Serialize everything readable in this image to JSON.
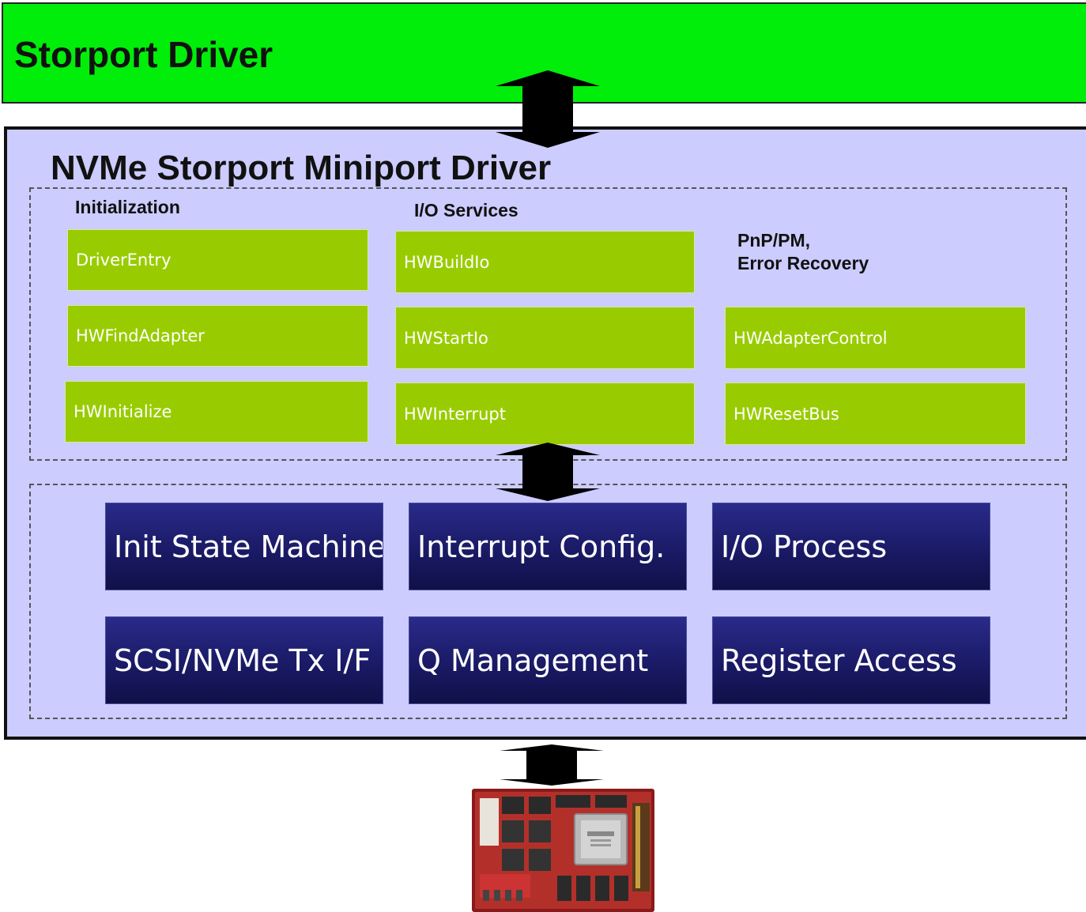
{
  "storport": {
    "title": "Storport Driver"
  },
  "miniport": {
    "title": "NVMe Storport Miniport Driver",
    "columns": [
      {
        "heading": "Initialization",
        "items": [
          "DriverEntry",
          "HWFindAdapter",
          "HWInitialize"
        ]
      },
      {
        "heading": "I/O Services",
        "items": [
          "HWBuildIo",
          "HWStartIo",
          "HWInterrupt"
        ]
      },
      {
        "heading": "PnP/PM,",
        "heading2": "Error Recovery",
        "items": [
          "HWAdapterControl",
          "HWResetBus"
        ]
      }
    ],
    "modules": [
      "Init State Machine",
      "Interrupt Config.",
      "I/O Process",
      "SCSI/NVMe Tx I/F",
      "Q Management",
      "Register Access"
    ]
  },
  "colors": {
    "storport_band": "#00ee0a",
    "miniport_panel": "#ccccff",
    "function_box": "#99cc00",
    "module_box": "#1a1a66"
  },
  "icons": {
    "connector": "double-arrow-icon",
    "hardware": "nvme-controller-board"
  }
}
